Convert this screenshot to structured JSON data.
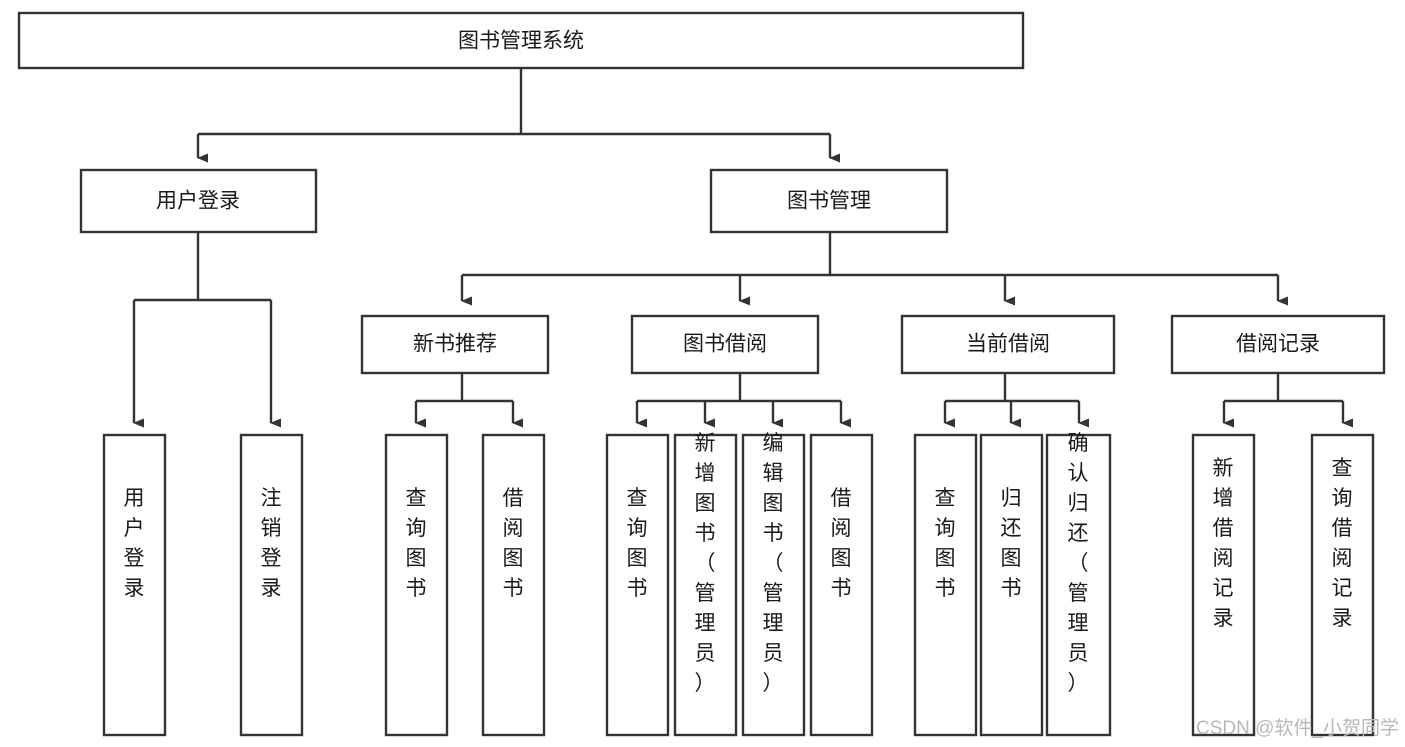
{
  "diagram": {
    "title": "图书管理系统",
    "type": "tree-diagram",
    "orientation": "top-down",
    "colors": {
      "stroke": "#333333",
      "fill": "#ffffff",
      "text": "#1a1a1a",
      "watermark": "#b8b8b8",
      "background": "#ffffff"
    },
    "root": {
      "label": "图书管理系统"
    },
    "level2": [
      {
        "label": "用户登录"
      },
      {
        "label": "图书管理"
      }
    ],
    "level3": [
      {
        "label": "新书推荐"
      },
      {
        "label": "图书借阅"
      },
      {
        "label": "当前借阅"
      },
      {
        "label": "借阅记录"
      }
    ],
    "leaves": {
      "user_login": [
        {
          "label": "用户登录"
        },
        {
          "label": "注销登录"
        }
      ],
      "new_book_recommend": [
        {
          "label": "查询图书"
        },
        {
          "label": "借阅图书"
        }
      ],
      "book_borrow": [
        {
          "label": "查询图书"
        },
        {
          "label": "新增图书（管理员）"
        },
        {
          "label": "编辑图书（管理员）"
        },
        {
          "label": "借阅图书"
        }
      ],
      "current_borrow": [
        {
          "label": "查询图书"
        },
        {
          "label": "归还图书"
        },
        {
          "label": "确认归还（管理员）"
        }
      ],
      "borrow_record": [
        {
          "label": "新增借阅记录"
        },
        {
          "label": "查询借阅记录"
        }
      ]
    },
    "watermark": "CSDN @软件_小贺同学"
  }
}
